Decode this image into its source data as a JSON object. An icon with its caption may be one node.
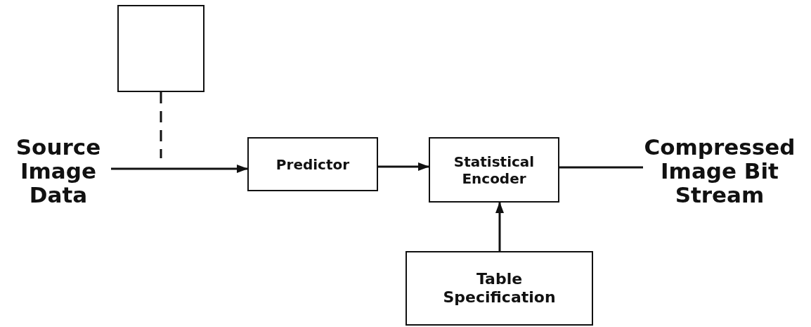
{
  "diagram": {
    "nodes": [
      {
        "text": [
          "Source Image Data"
        ]
      },
      {
        "text": [],
        "shape": "box"
      },
      {
        "text": [
          "Predictor"
        ]
      },
      {
        "text": [
          "Statistical Encoder"
        ]
      },
      {
        "text": [
          "Table Specification"
        ]
      },
      {
        "text": [
          "Compressed Image Bit Stream"
        ]
      }
    ],
    "edges": [
      {
        "from": 0,
        "to": 2,
        "arrow": "to"
      },
      {
        "from": 1,
        "to": null,
        "arrow": "none",
        "style": "dashed"
      },
      {
        "from": 2,
        "to": 3,
        "arrow": "to"
      },
      {
        "from": 3,
        "to": 5,
        "arrow": "none"
      },
      {
        "from": 4,
        "to": 3,
        "arrow": "to"
      }
    ]
  }
}
